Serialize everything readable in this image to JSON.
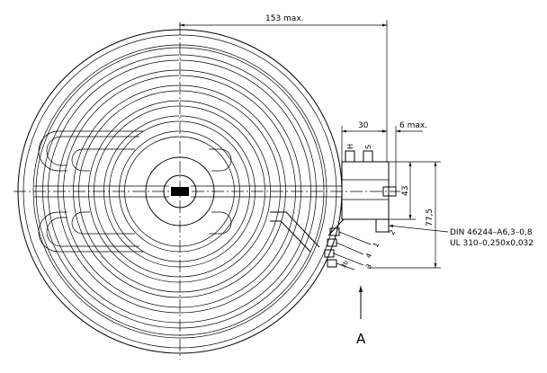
{
  "dimensions": {
    "overall_diameter": "153 max.",
    "terminal_block_width": "30",
    "terminal_overhang": "6 max.",
    "terminal_height": "43",
    "terminal_total_height": "77,5"
  },
  "terminal_labels": {
    "h": "H",
    "s": "S",
    "t2": "2",
    "t1": "1",
    "t4": "4",
    "t3": "3",
    "t3b": "3b"
  },
  "specs": {
    "line1": "DIN 46244–A6,3–0,8",
    "line2": "UL 310–0,250x0,032"
  },
  "view_arrow": {
    "label": "A"
  }
}
